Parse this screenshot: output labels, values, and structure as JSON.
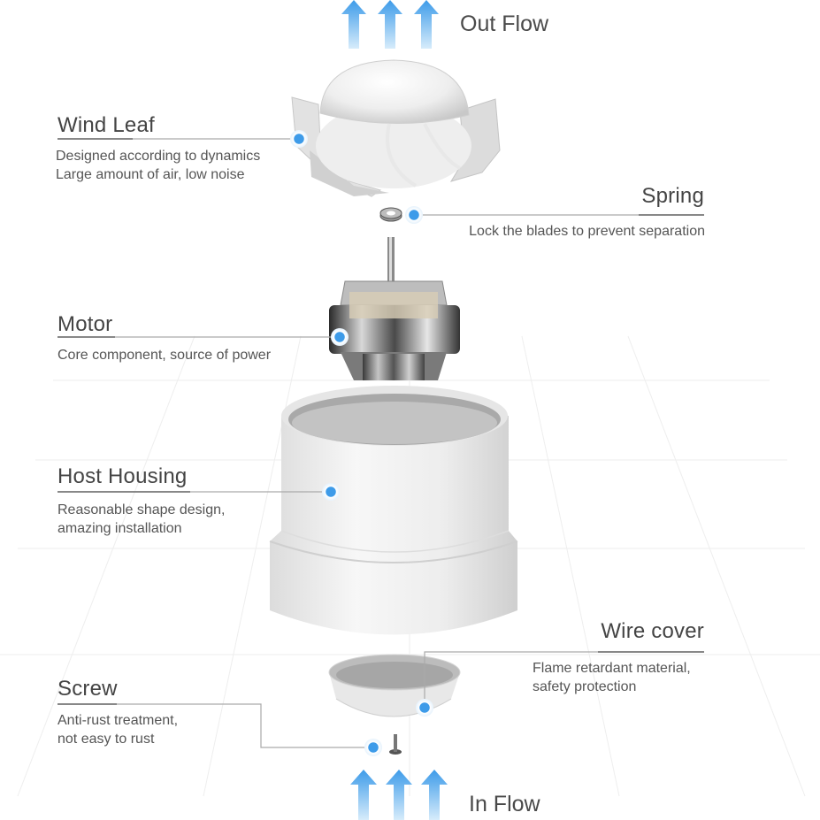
{
  "out_flow_label": "Out Flow",
  "in_flow_label": "In Flow",
  "accent_color": "#3d9be9",
  "arrow_color": "#64b4ee",
  "components": {
    "wind_leaf": {
      "title": "Wind Leaf",
      "desc": [
        "Designed according to dynamics",
        "Large amount of air, low noise"
      ]
    },
    "spring": {
      "title": "Spring",
      "desc": [
        "Lock the blades to prevent separation"
      ]
    },
    "motor": {
      "title": "Motor",
      "desc": [
        "Core component, source of power"
      ]
    },
    "housing": {
      "title": "Host Housing",
      "desc": [
        "Reasonable shape design,",
        "amazing installation"
      ]
    },
    "wire_cover": {
      "title": "Wire cover",
      "desc": [
        "Flame retardant material,",
        "safety protection"
      ]
    },
    "screw": {
      "title": "Screw",
      "desc": [
        "Anti-rust treatment,",
        "not easy to rust"
      ]
    }
  }
}
